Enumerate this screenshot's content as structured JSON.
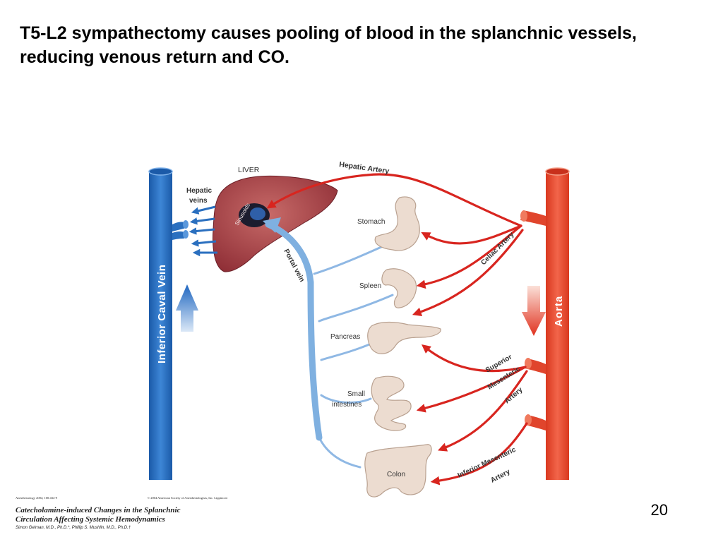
{
  "slide": {
    "title": "T5-L2 sympathectomy causes pooling of blood in the splanchnic vessels, reducing venous return and CO.",
    "page_number": "20"
  },
  "diagram": {
    "labels": {
      "liver": "LIVER",
      "hepatic_veins_1": "Hepatic",
      "hepatic_veins_2": "veins",
      "sinusoids": "Sinusoids",
      "hepatic_artery": "Hepatic Artery",
      "portal_vein": "Portal vein",
      "stomach": "Stomach",
      "spleen": "Spleen",
      "pancreas": "Pancreas",
      "small_intestines_1": "Small",
      "small_intestines_2": "intestines",
      "colon": "Colon",
      "celiac_artery": "Celiac Artery",
      "superior_mesenteric_1": "Superior",
      "superior_mesenteric_2": "Mesenteric",
      "superior_mesenteric_3": "Artery",
      "inferior_mesenteric_1": "Inferior Mesenteric",
      "inferior_mesenteric_2": "Artery",
      "ivc": "Inferior Caval Vein",
      "aorta": "Aorta"
    },
    "colors": {
      "vein": "#2a6fbf",
      "vein_light": "#8fb8e4",
      "artery": "#dd3a28",
      "artery_dark": "#c8262a",
      "liver": "#a9434a",
      "organ": "#ecdcd0",
      "organ_stroke": "#b9a190"
    }
  },
  "citation": {
    "journal": "Anesthesiology 2004; 100:434-9",
    "copyright": "© 2004 American Society of Anesthesiologists, Inc. Lippincott",
    "title_line1": "Catecholamine-induced Changes in the Splanchnic",
    "title_line2": "Circulation Affecting Systemic Hemodynamics",
    "authors": "Simon Gelman, M.D., Ph.D.*, Phillip S. Mushlin, M.D., Ph.D.†"
  }
}
